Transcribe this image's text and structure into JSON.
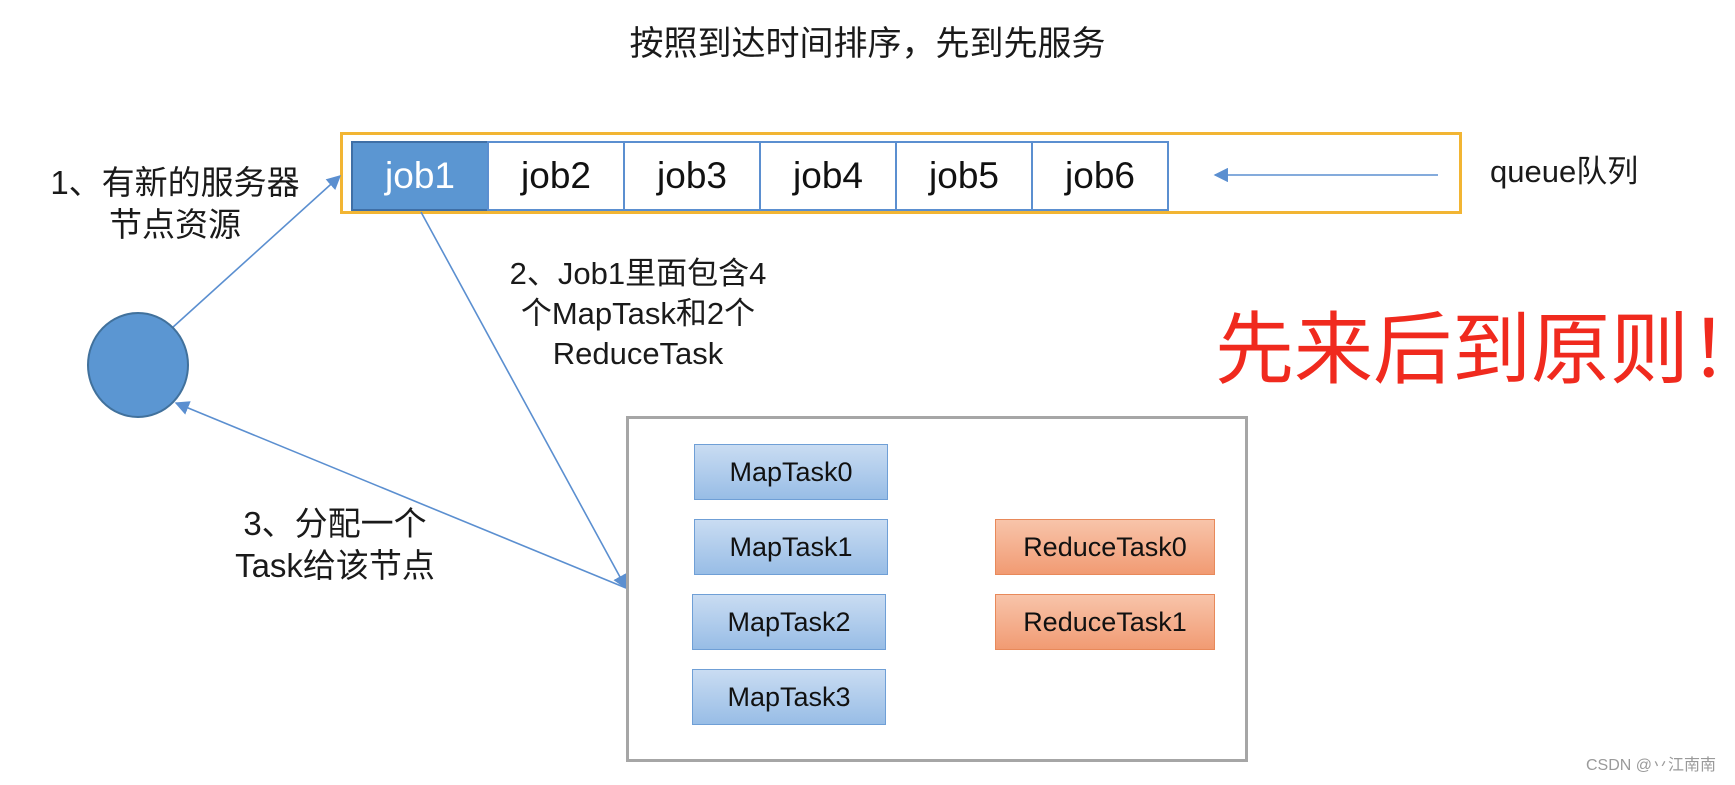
{
  "title": "按照到达时间排序，先到先服务",
  "queue": {
    "jobs": [
      "job1",
      "job2",
      "job3",
      "job4",
      "job5",
      "job6"
    ],
    "label": "queue队列"
  },
  "node_labels": {
    "step1_line1": "1、有新的服务器",
    "step1_line2": "节点资源",
    "step3_line1": "3、分配一个",
    "step3_line2": "Task给该节点"
  },
  "job1_description": {
    "line1": "2、Job1里面包含4",
    "line2": "个MapTask和2个",
    "line3": "ReduceTask"
  },
  "principle": "先来后到原则！",
  "tasks": {
    "map": [
      "MapTask0",
      "MapTask1",
      "MapTask2",
      "MapTask3"
    ],
    "reduce": [
      "ReduceTask0",
      "ReduceTask1"
    ]
  },
  "watermark": "CSDN @丷江南南",
  "colors": {
    "queue_border": "#f2b533",
    "job_border": "#5b8fd0",
    "job_active_fill": "#5b96d2",
    "node_fill": "#5b96d2",
    "arrow": "#5b8fd0",
    "principle_text": "#f02a1e",
    "task_box_border": "#a6a6a6",
    "map_task_fill": "#b4cfee",
    "reduce_task_fill": "#f4ad8b"
  }
}
